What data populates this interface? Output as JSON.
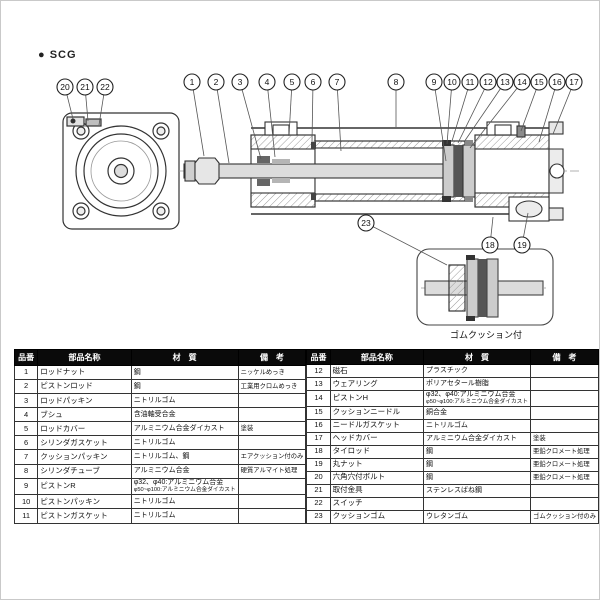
{
  "header": {
    "series_label": "● SCG"
  },
  "diagram": {
    "detail_caption": "ゴムクッション付",
    "callout_labels": [
      "1",
      "2",
      "3",
      "4",
      "5",
      "6",
      "7",
      "8",
      "9",
      "10",
      "11",
      "12",
      "13",
      "14",
      "15",
      "16",
      "17",
      "18",
      "19",
      "20",
      "21",
      "22",
      "23"
    ]
  },
  "parts_table": {
    "headers": [
      "品番",
      "部品名称",
      "材　質",
      "備　考"
    ],
    "left_rows": [
      {
        "no": "1",
        "name": "ロッドナット",
        "material": "鋼",
        "remark": "ニッケルめっき"
      },
      {
        "no": "2",
        "name": "ピストンロッド",
        "material": "鋼",
        "remark": "工業用クロムめっき"
      },
      {
        "no": "3",
        "name": "ロッドパッキン",
        "material": "ニトリルゴム",
        "remark": ""
      },
      {
        "no": "4",
        "name": "ブシュ",
        "material": "含油軸受合金",
        "remark": ""
      },
      {
        "no": "5",
        "name": "ロッドカバー",
        "material": "アルミニウム合金ダイカスト",
        "remark": "塗装"
      },
      {
        "no": "6",
        "name": "シリンダガスケット",
        "material": "ニトリルゴム",
        "remark": ""
      },
      {
        "no": "7",
        "name": "クッションパッキン",
        "material": "ニトリルゴム、鋼",
        "remark": "エアクッション付のみ"
      },
      {
        "no": "8",
        "name": "シリンダチューブ",
        "material": "アルミニウム合金",
        "remark": "硬質アルマイト処理"
      },
      {
        "no": "9",
        "name": "ピストンR",
        "material": "φ32、φ40:アルミニウム合金",
        "material2": "φ50~φ100:アルミニウム合金ダイカスト",
        "remark": ""
      },
      {
        "no": "10",
        "name": "ピストンパッキン",
        "material": "ニトリルゴム",
        "remark": ""
      },
      {
        "no": "11",
        "name": "ピストンガスケット",
        "material": "ニトリルゴム",
        "remark": ""
      }
    ],
    "right_rows": [
      {
        "no": "12",
        "name": "磁石",
        "material": "プラスチック",
        "remark": ""
      },
      {
        "no": "13",
        "name": "ウェアリング",
        "material": "ポリアセタール樹脂",
        "remark": ""
      },
      {
        "no": "14",
        "name": "ピストンH",
        "material": "φ32、φ40:アルミニウム合金",
        "material2": "φ50~φ100:アルミニウム合金ダイカスト",
        "remark": ""
      },
      {
        "no": "15",
        "name": "クッションニードル",
        "material": "銅合金",
        "remark": ""
      },
      {
        "no": "16",
        "name": "ニードルガスケット",
        "material": "ニトリルゴム",
        "remark": ""
      },
      {
        "no": "17",
        "name": "ヘッドカバー",
        "material": "アルミニウム合金ダイカスト",
        "remark": "塗装"
      },
      {
        "no": "18",
        "name": "タイロッド",
        "material": "鋼",
        "remark": "亜鉛クロメート処理"
      },
      {
        "no": "19",
        "name": "丸ナット",
        "material": "鋼",
        "remark": "亜鉛クロメート処理"
      },
      {
        "no": "20",
        "name": "六角穴付ボルト",
        "material": "鋼",
        "remark": "亜鉛クロメート処理"
      },
      {
        "no": "21",
        "name": "取付金具",
        "material": "ステンレスばね鋼",
        "remark": ""
      },
      {
        "no": "22",
        "name": "スイッチ",
        "material": "",
        "remark": ""
      },
      {
        "no": "23",
        "name": "クッションゴム",
        "material": "ウレタンゴム",
        "remark": "ゴムクッション付のみ"
      }
    ]
  }
}
